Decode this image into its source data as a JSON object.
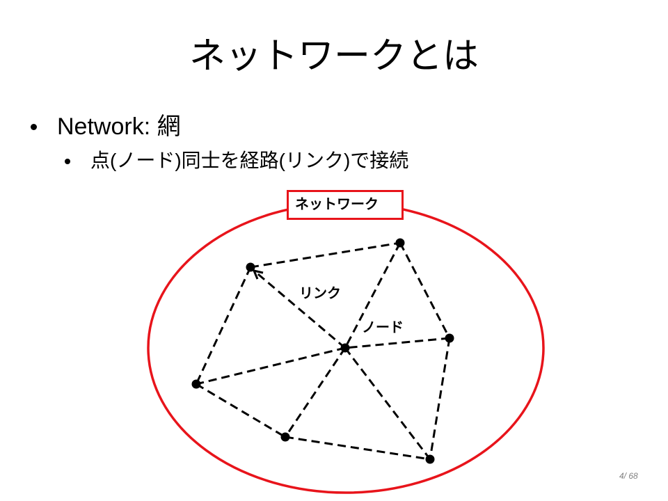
{
  "slide": {
    "title": "ネットワークとは",
    "bullets": [
      {
        "text": "Network: 網",
        "sub": [
          {
            "text": "点(ノード)同士を経路(リンク)で接続"
          }
        ]
      }
    ],
    "page_number": "4/ 68"
  },
  "diagram": {
    "boundary_label": "ネットワーク",
    "link_label": "リンク",
    "node_label": "ノード",
    "colors": {
      "boundary": "#e8141b",
      "edges": "#000000",
      "page_number": "#808080"
    },
    "icons": [
      "bullet-icon",
      "node-dot",
      "arrow-icon"
    ]
  }
}
